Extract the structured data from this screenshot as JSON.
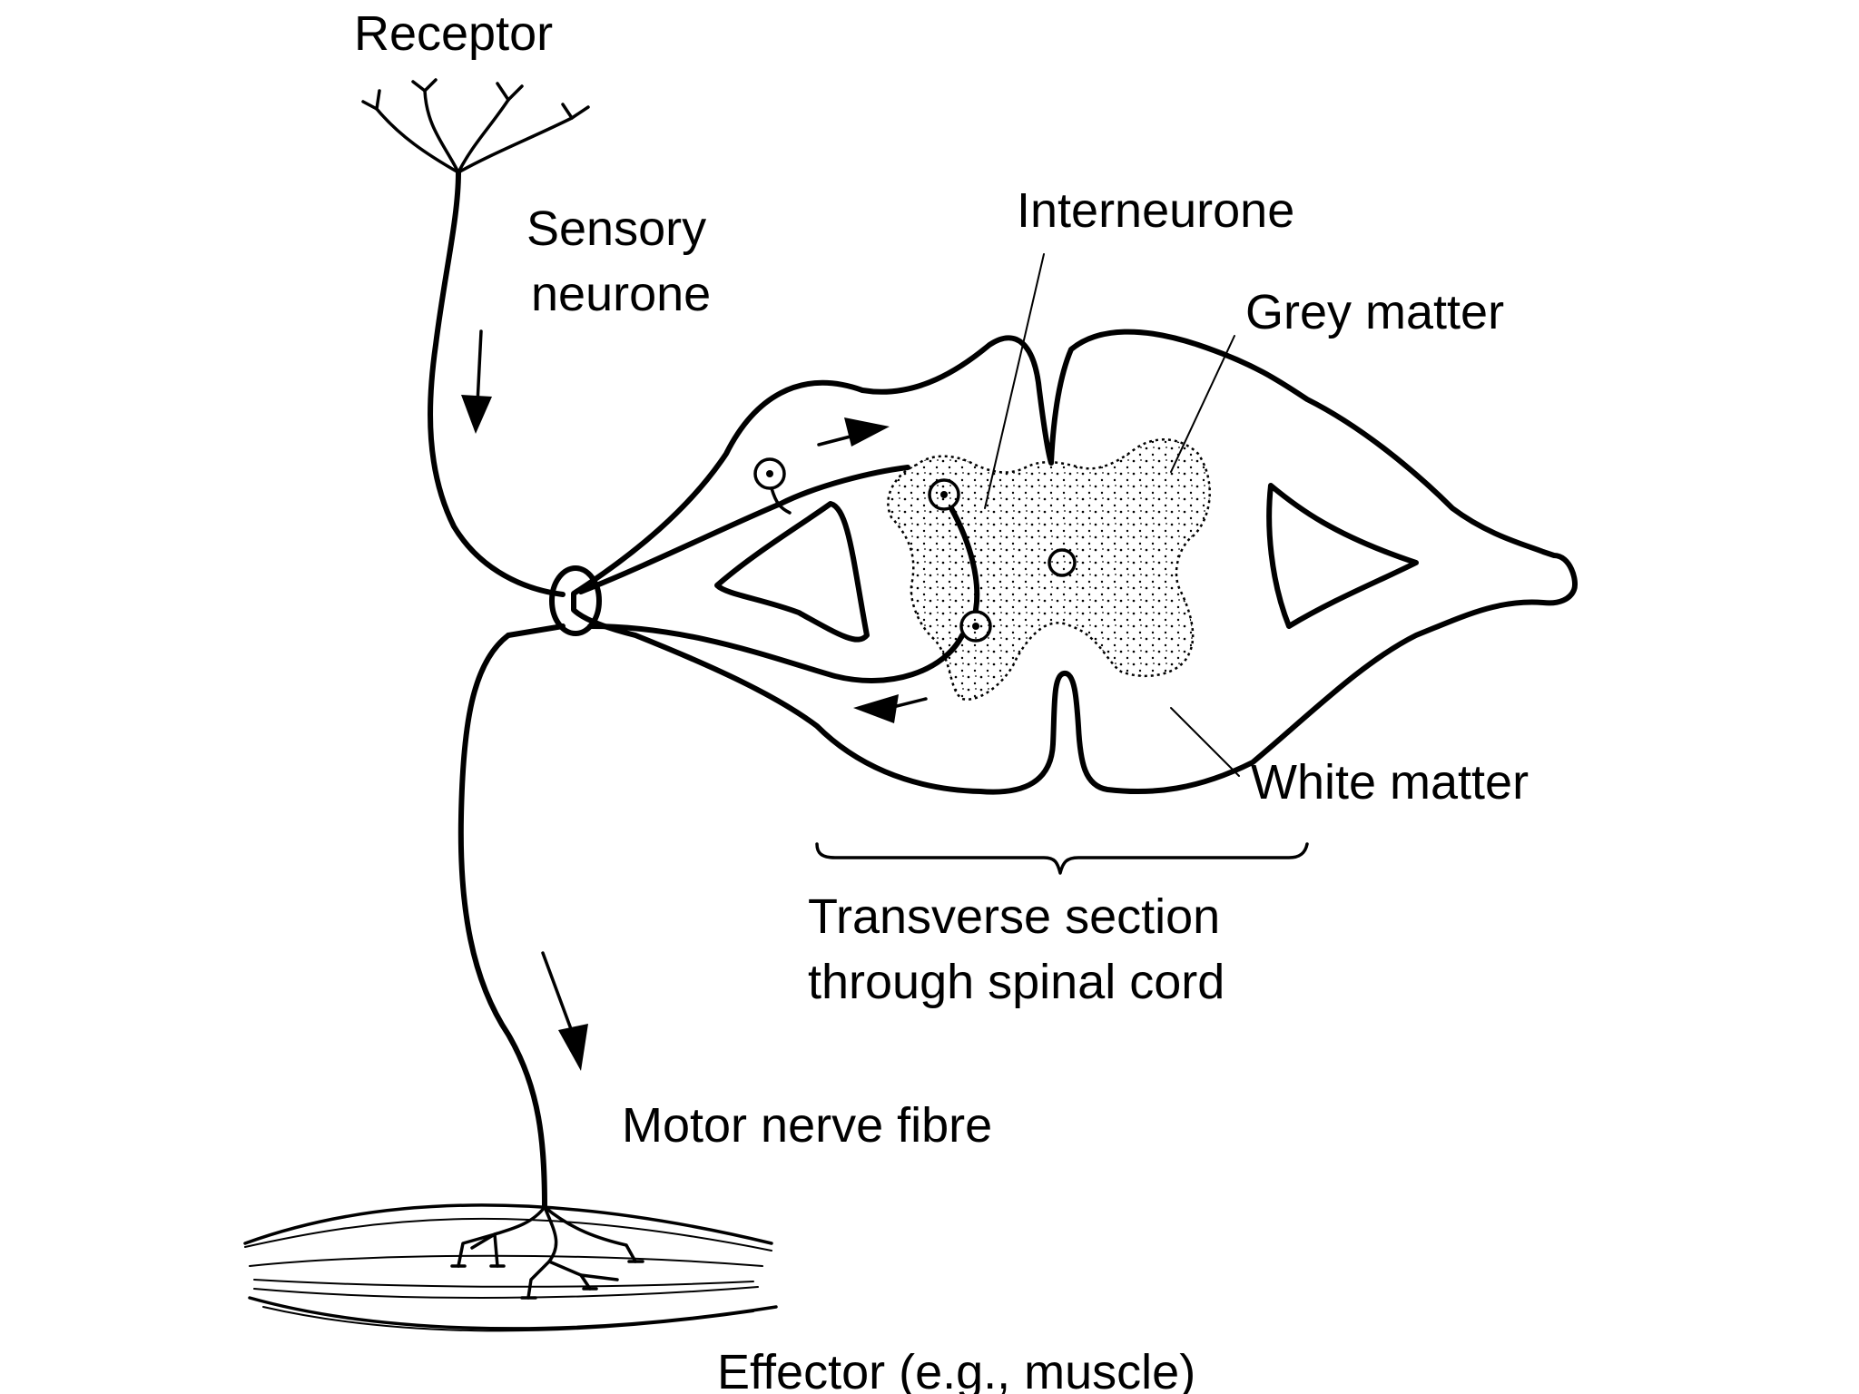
{
  "labels": {
    "receptor": "Receptor",
    "sensory_line1": "Sensory",
    "sensory_line2": "neurone",
    "interneurone": "Interneurone",
    "grey_matter": "Grey matter",
    "white_matter": "White matter",
    "section_line1": "Transverse section",
    "section_line2": "through spinal cord",
    "motor_fibre": "Motor nerve fibre",
    "effector": "Effector (e.g., muscle)"
  }
}
